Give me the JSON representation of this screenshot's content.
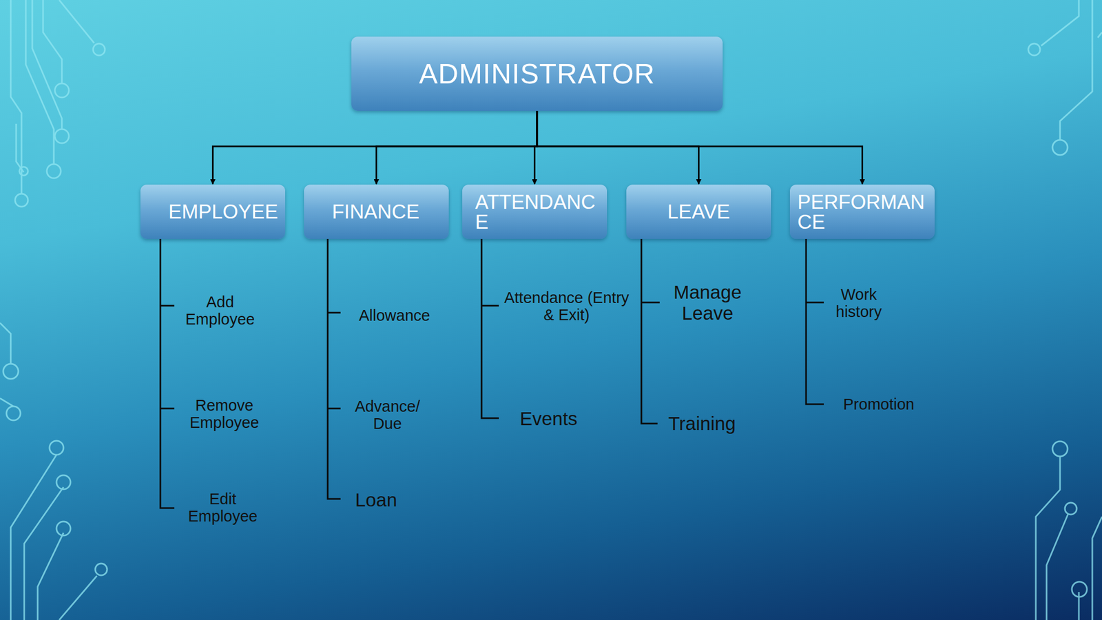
{
  "diagram": {
    "nodes": [
      {
        "text": [
          "ADMINISTRATOR"
        ]
      },
      {
        "text": [
          "EMPLOYEE"
        ]
      },
      {
        "text": [
          "FINANCE"
        ]
      },
      {
        "text": [
          "ATTENDANCE"
        ]
      },
      {
        "text": [
          "LEAVE"
        ]
      },
      {
        "text": [
          "PERFORMANCE"
        ]
      }
    ],
    "edges": [
      {
        "from": 0,
        "to": 1,
        "arrow": "to"
      },
      {
        "from": 0,
        "to": 2,
        "arrow": "to"
      },
      {
        "from": 0,
        "to": 3,
        "arrow": "to"
      },
      {
        "from": 0,
        "to": 4,
        "arrow": "to"
      },
      {
        "from": 0,
        "to": 5,
        "arrow": "to"
      }
    ],
    "labels": [
      "Add Employee",
      "Remove Employee",
      "Edit Employee",
      "Allowance",
      "Advance/ Due",
      "Loan",
      "Attendance (Entry & Exit)",
      "Events",
      "Manage Leave",
      "Training",
      "Work history",
      "Promotion"
    ]
  }
}
